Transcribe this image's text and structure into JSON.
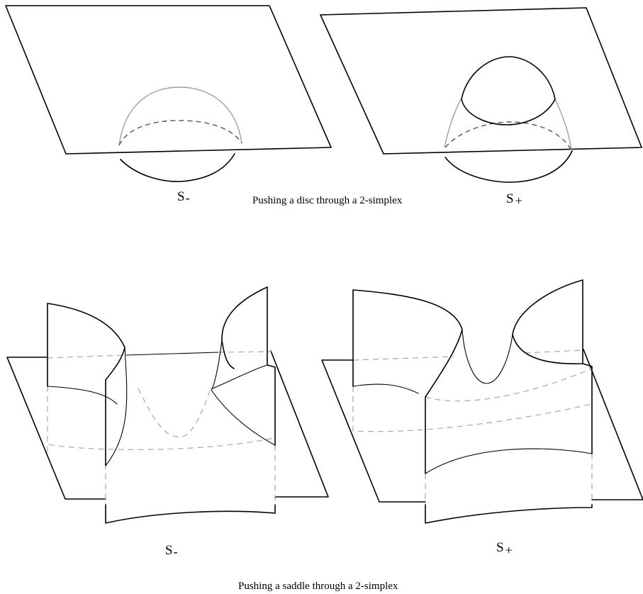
{
  "captions": {
    "disc": "Pushing a disc through a 2-simplex",
    "saddle": "Pushing a saddle through a 2-simplex"
  },
  "panels": {
    "disc_minus": {
      "symbol": "S",
      "subscript": "-"
    },
    "disc_plus": {
      "symbol": "S",
      "subscript": "+"
    },
    "saddle_minus": {
      "symbol": "S",
      "subscript": "-"
    },
    "saddle_plus": {
      "symbol": "S",
      "subscript": "+"
    }
  },
  "colors": {
    "ink": "#000000",
    "hidden_dark": "#555555",
    "hidden_light": "#a8a8a8",
    "behind_surface": "#9e9e9e"
  }
}
